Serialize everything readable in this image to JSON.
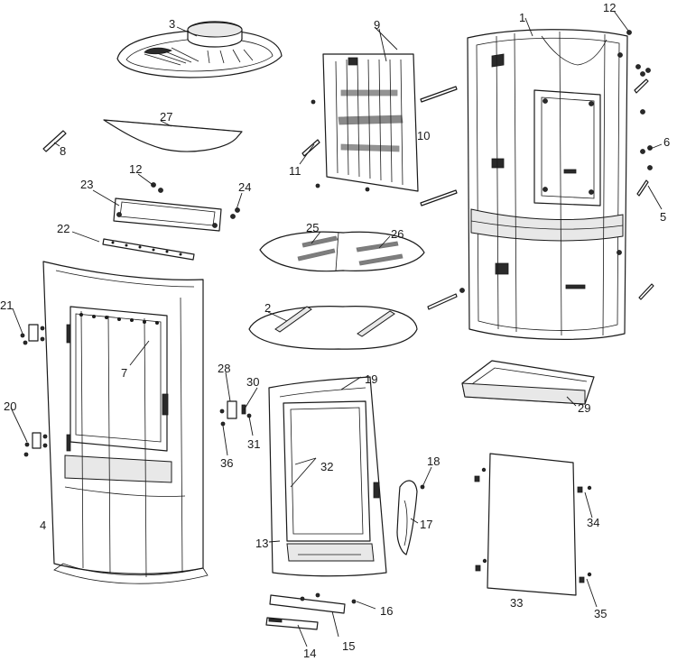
{
  "diagram": {
    "callouts": [
      {
        "id": "1",
        "text": "1"
      },
      {
        "id": "2",
        "text": "2"
      },
      {
        "id": "3",
        "text": "3"
      },
      {
        "id": "4",
        "text": "4"
      },
      {
        "id": "5",
        "text": "5"
      },
      {
        "id": "6",
        "text": "6"
      },
      {
        "id": "7",
        "text": "7"
      },
      {
        "id": "8",
        "text": "8"
      },
      {
        "id": "9",
        "text": "9"
      },
      {
        "id": "10",
        "text": "10"
      },
      {
        "id": "11",
        "text": "11"
      },
      {
        "id": "12a",
        "text": "12"
      },
      {
        "id": "12b",
        "text": "12"
      },
      {
        "id": "13",
        "text": "13"
      },
      {
        "id": "14",
        "text": "14"
      },
      {
        "id": "15",
        "text": "15"
      },
      {
        "id": "16",
        "text": "16"
      },
      {
        "id": "17",
        "text": "17"
      },
      {
        "id": "18",
        "text": "18"
      },
      {
        "id": "19",
        "text": "19"
      },
      {
        "id": "20",
        "text": "20"
      },
      {
        "id": "21",
        "text": "21"
      },
      {
        "id": "22",
        "text": "22"
      },
      {
        "id": "23",
        "text": "23"
      },
      {
        "id": "24",
        "text": "24"
      },
      {
        "id": "25",
        "text": "25"
      },
      {
        "id": "26",
        "text": "26"
      },
      {
        "id": "27",
        "text": "27"
      },
      {
        "id": "28",
        "text": "28"
      },
      {
        "id": "29",
        "text": "29"
      },
      {
        "id": "30",
        "text": "30"
      },
      {
        "id": "31",
        "text": "31"
      },
      {
        "id": "32",
        "text": "32"
      },
      {
        "id": "33",
        "text": "33"
      },
      {
        "id": "34",
        "text": "34"
      },
      {
        "id": "35",
        "text": "35"
      },
      {
        "id": "36",
        "text": "36"
      }
    ]
  }
}
